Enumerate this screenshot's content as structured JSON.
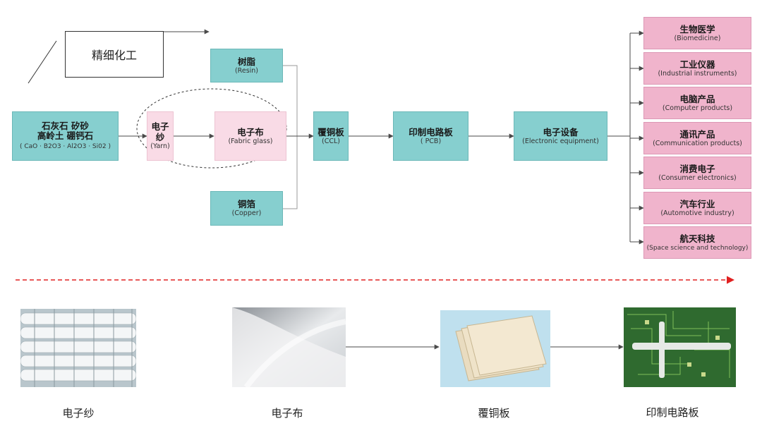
{
  "callout": {
    "label": "精细化工"
  },
  "raw_material": {
    "line1": "石灰石 矽砂",
    "line2": "高岭土 硼钙石",
    "formula": "( CaO · B2O3 · Al2O3 · Si02 )"
  },
  "yarn": {
    "zh": "电子纱",
    "en": "(Yarn)"
  },
  "fabric": {
    "zh": "电子布",
    "en": "(Fabric glass)"
  },
  "resin": {
    "zh": "树脂",
    "en": "(Resin)"
  },
  "copper": {
    "zh": "铜箔",
    "en": "(Copper)"
  },
  "ccl": {
    "zh": "覆铜板",
    "en": "(CCL)"
  },
  "pcb": {
    "zh": "印制电路板",
    "en": "( PCB)"
  },
  "equipment": {
    "zh": "电子设备",
    "en": "(Electronic equipment)"
  },
  "applications": [
    {
      "zh": "生物医学",
      "en": "(Biomedicine)"
    },
    {
      "zh": "工业仪器",
      "en": "(Industrial instruments)"
    },
    {
      "zh": "电脑产品",
      "en": "(Computer products)"
    },
    {
      "zh": "通讯产品",
      "en": "(Communication products)"
    },
    {
      "zh": "消费电子",
      "en": "(Consumer electronics)"
    },
    {
      "zh": "汽车行业",
      "en": "(Automotive industry)"
    },
    {
      "zh": "航天科技",
      "en": "(Space science and technology)"
    }
  ],
  "captions": {
    "yarn": "电子纱",
    "fabric": "电子布",
    "ccl": "覆铜板",
    "pcb": "印制电路板"
  },
  "colors": {
    "teal": "#86cfcf",
    "pink": "#f9dbe6",
    "rose": "#f0b4cc",
    "arrow": "#4a4a4a",
    "timeline": "#e02020"
  }
}
